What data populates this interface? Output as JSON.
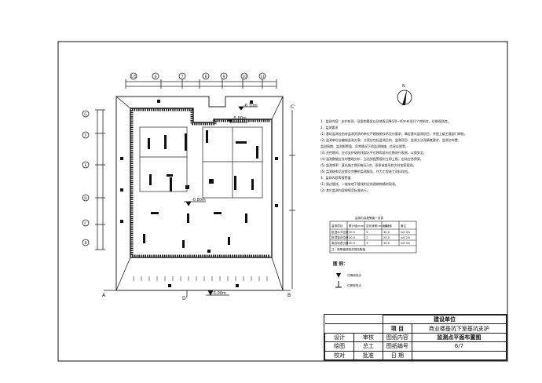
{
  "drawing": {
    "grid_top": [
      "1/5",
      "6",
      "7",
      "8",
      "9",
      "10",
      "11"
    ],
    "grid_left": [
      "G",
      "F",
      "E",
      "D",
      "C",
      "B"
    ],
    "corner_labels": {
      "bottom_left": "A",
      "bottom_right": "B",
      "bottom_mid": "D'",
      "right_mid": "C'"
    },
    "level_top": "-5.00m",
    "level_center": "-5.00m",
    "level_corner": "-6.10m",
    "level_center_pit": "-0.80m"
  },
  "notes": {
    "lines": [
      "1、监测内容：支护桩顶、冠梁和腰梁以及地表沉降(20~40m布设)1个控制点，位移观测点。",
      "2、监测要求",
      "(1) 基坑监测应由有监测资质的单位严格按照技术设计要求，确定基坑监测项目，并报上级主管部门审批。",
      "(2) 监测单位应编制监测方案，方案应包括监测目的、监测项目、监测方法及精度要求、监测点布置、",
      "    监测周期、监测报警值、异常情况下的监测措施、信息反馈等。",
      "(3) 开挖期间，应对支护结构顶部水平位移和竖向位移进行观测，以保安全。",
      "(4) 监测数据应及时整理分析，当达到报警值时立即上报，启动应急预案。",
      "(5) 监测频率：基坑施工期间每天1次，雨季或变形较大时加密观测。",
      "(6) 监测结束后应提交完整的监测报告，作为工程竣工资料存档。",
      "3、监测内容等报警值",
      "(1) 周边管线、一般有地下管线附近的建筑物随时观测。",
      "(2) 其它监测内容按规范标准执行。"
    ]
  },
  "table": {
    "title": "监测内容报警值一览表",
    "headers": [
      "监测项目",
      "累计值(mm)",
      "变化速率(mm/d)",
      "控制值",
      "备注"
    ],
    "rows": [
      [
        "桩顶水平位移",
        "30.0",
        "3",
        "30.0",
        "≤0.3%"
      ],
      [
        "桩顶竖向位移",
        "20.0",
        "2",
        "20.0",
        "≤0.2%"
      ],
      [
        "周边地表沉降",
        "30.0",
        "3",
        "30.0",
        "≤0.3%"
      ]
    ],
    "footnote": "注：报警值按相关规范取值"
  },
  "legend": {
    "title": "图 例：",
    "items": [
      {
        "label": "沉降观测点"
      },
      {
        "label": "位移观测点"
      }
    ]
  },
  "titleblock": {
    "owner_label": "建设单位",
    "project_label": "项 目",
    "project_value": "商业楼基坑下室基坑支护",
    "design": "设计",
    "review": "审核",
    "content_label": "图纸内容",
    "content_value": "监测点平面布置图",
    "draw": "绘图",
    "chief": "总工",
    "number_label": "图纸编号",
    "number_value": "6/7",
    "check": "校对",
    "approve": "批准",
    "date_label": "日 期"
  }
}
